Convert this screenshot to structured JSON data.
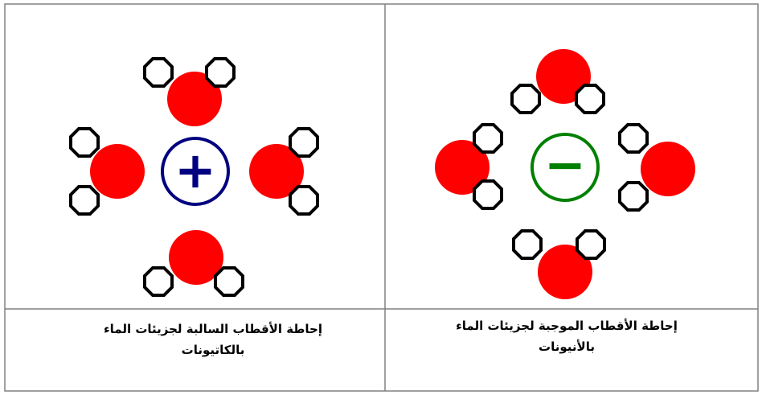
{
  "colors": {
    "border": "#808080",
    "oxygen": "#ff0000",
    "hydrogen_stroke": "#000000",
    "cation_ring": "#000080",
    "anion_ring": "#008000"
  },
  "panels": {
    "cation": {
      "ion_symbol": "+",
      "caption_line1": "إحاطة الأقطاب السالبة لجزيئات الماء",
      "caption_line2": "بالكاتيونات"
    },
    "anion": {
      "ion_symbol": "−",
      "caption_line1": "إحاطة الأقطاب الموجبة لجزيئات الماء",
      "caption_line2": "بالأنيونات"
    }
  }
}
